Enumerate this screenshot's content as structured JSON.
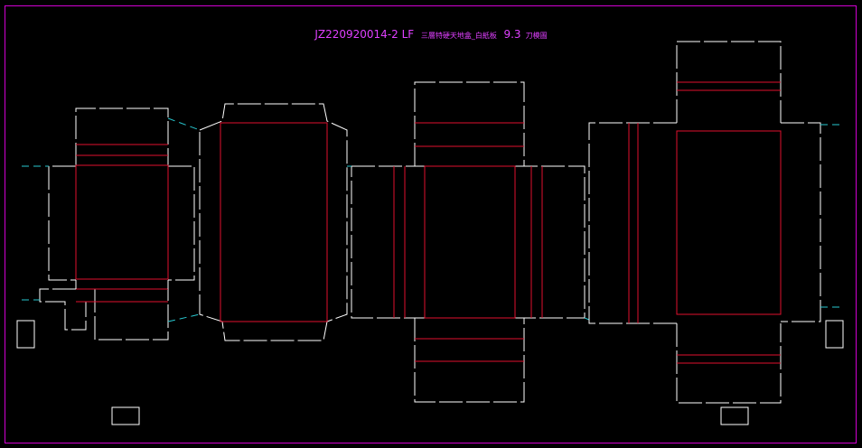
{
  "title": {
    "code": "JZ220920014-2 LF",
    "desc": "三層特硬天地盒_白紙板",
    "size": "9.3",
    "tail": "刀模圖"
  },
  "colors": {
    "background": "#000000",
    "cut_line": "#ffffff",
    "fold_line": "#e0102e",
    "bleed_line": "#28c8d0",
    "frame": "#d200d2",
    "title_text": "#e040ff"
  }
}
